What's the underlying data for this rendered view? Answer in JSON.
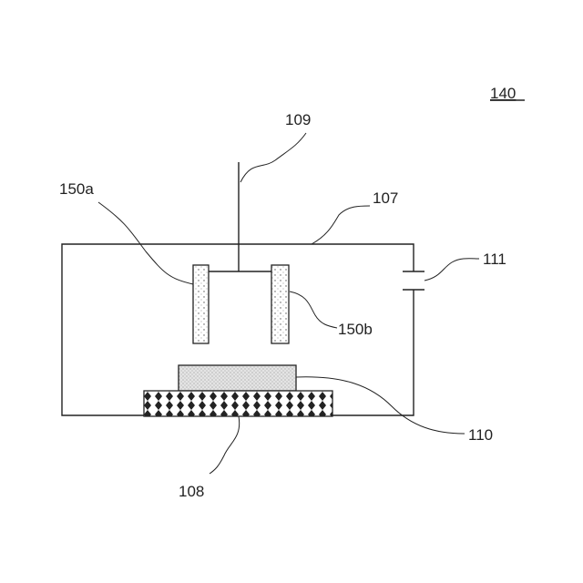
{
  "labels": {
    "figure": "140",
    "feed_line": "109",
    "chamber": "107",
    "capacitor": "111",
    "target_a": "150a",
    "target_b": "150b",
    "substrate": "110",
    "stage": "108"
  }
}
